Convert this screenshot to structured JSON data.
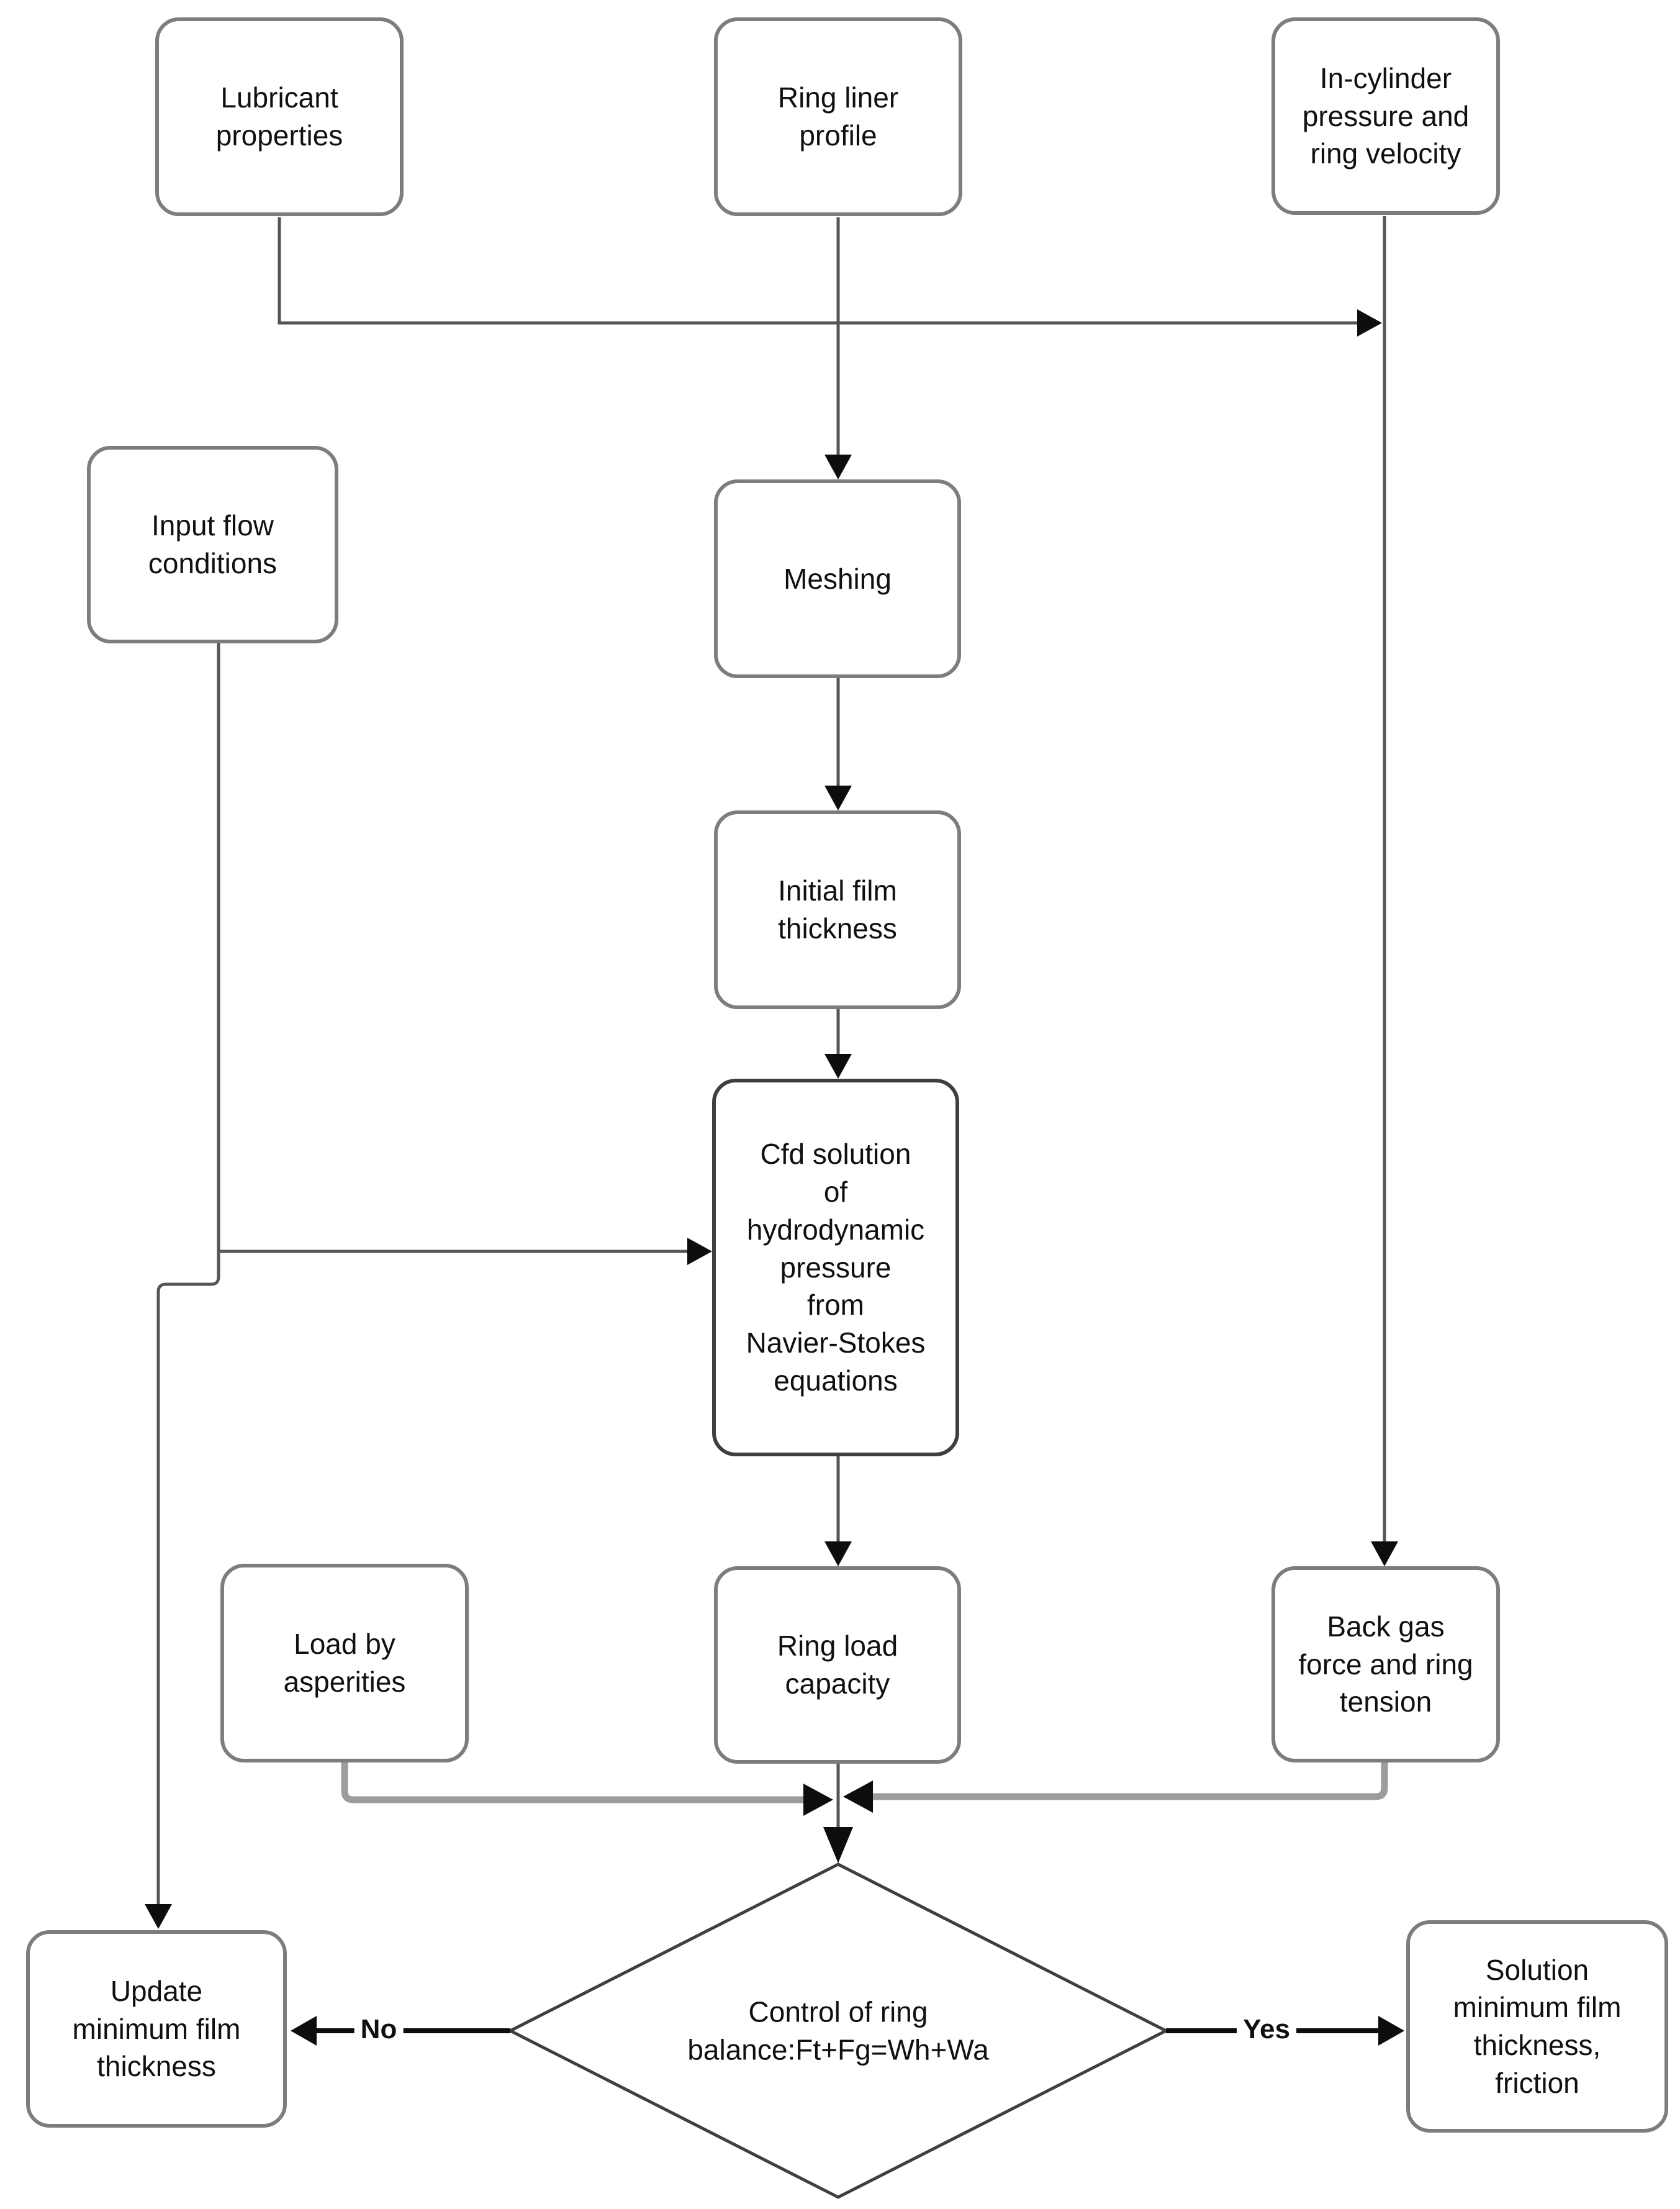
{
  "diagram": {
    "type": "flowchart",
    "nodes": {
      "lubricant": {
        "label": "Lubricant\nproperties"
      },
      "ring_liner": {
        "label": "Ring liner\nprofile"
      },
      "in_cylinder": {
        "label": "In-cylinder\npressure and\nring velocity"
      },
      "input_flow": {
        "label": "Input flow\nconditions"
      },
      "meshing": {
        "label": "Meshing"
      },
      "initial_film": {
        "label": "Initial film\nthickness"
      },
      "cfd": {
        "label": "Cfd solution\nof\nhydrodynamic\npressure\nfrom\nNavier-Stokes\nequations"
      },
      "load_asperities": {
        "label": "Load by\nasperities"
      },
      "ring_load": {
        "label": "Ring load\ncapacity"
      },
      "back_gas": {
        "label": "Back gas\nforce and ring\ntension"
      },
      "decision": {
        "label": "Control of ring\nbalance:Ft+Fg=Wh+Wa"
      },
      "update_min": {
        "label": "Update\nminimum film\nthickness"
      },
      "solution": {
        "label": "Solution\nminimum film\nthickness,\nfriction"
      }
    },
    "edge_labels": {
      "no": "No",
      "yes": "Yes"
    },
    "colors": {
      "background": "#ffffff",
      "box_border": "#7d7d7d",
      "strong_border": "#3f3f3f",
      "connector": "#555555",
      "connector_thick": "#9c9c9c",
      "arrow": "#0d0d0d",
      "text": "#101010"
    }
  }
}
